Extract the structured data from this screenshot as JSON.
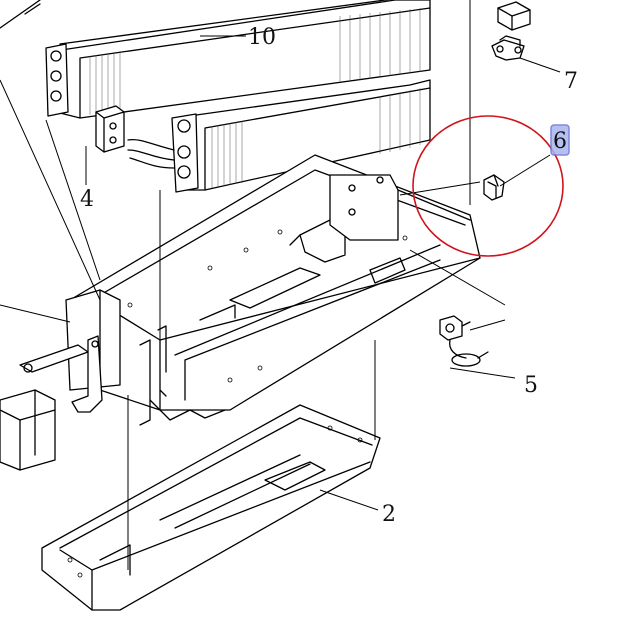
{
  "callouts": [
    {
      "id": "10",
      "label": "10"
    },
    {
      "id": "7",
      "label": "7"
    },
    {
      "id": "6",
      "label": "6",
      "highlighted": true
    },
    {
      "id": "4",
      "label": "4"
    },
    {
      "id": "5",
      "label": "5"
    },
    {
      "id": "2",
      "label": "2"
    }
  ],
  "colors": {
    "line": "#000000",
    "highlight_fill": "#aab4f0",
    "highlight_stroke": "#6a74d8",
    "circle": "#d0141c",
    "background": "#ffffff"
  }
}
